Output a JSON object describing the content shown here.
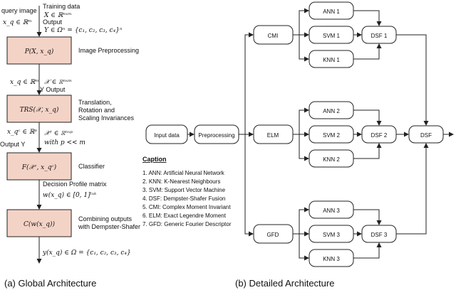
{
  "global": {
    "query_image": "query image",
    "xq_m": "x_q ∈ ℝᵐ",
    "training_data": "Training data",
    "training_X": "X ∈ ℝⁿˣᵐ",
    "output_label": "Output",
    "training_Y": "Y ∈ Ωⁿ = {c₁, c₂, c₃, c₄}ⁿ",
    "box1": "P(X, x_q)",
    "box1_desc": "Image Preprocessing",
    "xq_m2": "x_q ∈ ℝᵐ",
    "calX": "𝒳 ∈ ℝⁿˣᵐ",
    "y_output": "Y  Output",
    "box2": "TRS(𝒳, x_q)",
    "box2_desc": [
      "Translation,",
      "Rotation and",
      "Scaling Invariances"
    ],
    "xqc_p": "x_qᶜ ∈ ℝᵖ",
    "output_y": "Output Y",
    "calXc": "𝒳ᶜ ∈ ℝⁿˣᵖ",
    "with_p": "with  p << m",
    "box3": "F(𝒳ᶜ, x_qᶜ)",
    "box3_desc": "Classifier",
    "dp_label": "Decision Profile matrix",
    "wxq": "w(x_q) ∈ [0, 1]ˡˣᵏ",
    "box4": "C(w(x_q))",
    "box4_desc": [
      "Combining outputs",
      "with Dempster-Shafer"
    ],
    "final_y": "y(x_q) ∈ Ω = {c₁, c₂, c₃, c₄}",
    "caption": "(a)  Global Architecture"
  },
  "detailed": {
    "input": "Input data",
    "preproc": "Preprocessing",
    "features": [
      "CMI",
      "ELM",
      "GFD"
    ],
    "groups": [
      {
        "classifiers": [
          "ANN 1",
          "SVM 1",
          "KNN 1"
        ],
        "dsf": "DSF 1"
      },
      {
        "classifiers": [
          "ANN 2",
          "SVM 2",
          "KNN 2"
        ],
        "dsf": "DSF 2"
      },
      {
        "classifiers": [
          "ANN 3",
          "SVM 3",
          "KNN 3"
        ],
        "dsf": "DSF 3"
      }
    ],
    "final_dsf": "DSF",
    "legend_title": "Caption",
    "legend": [
      "1. ANN: Artificial Neural Network",
      "2. KNN: K-Nearest Neighbours",
      "3. SVM: Support Vector Machine",
      "4. DSF: Dempster-Shafer Fusion",
      "5. CMI: Complex Moment Invariant",
      "6. ELM: Exact Legendre Moment",
      "7. GFD: Generic Fourier Descriptor"
    ],
    "caption": "(b)  Detailed Architecture"
  }
}
